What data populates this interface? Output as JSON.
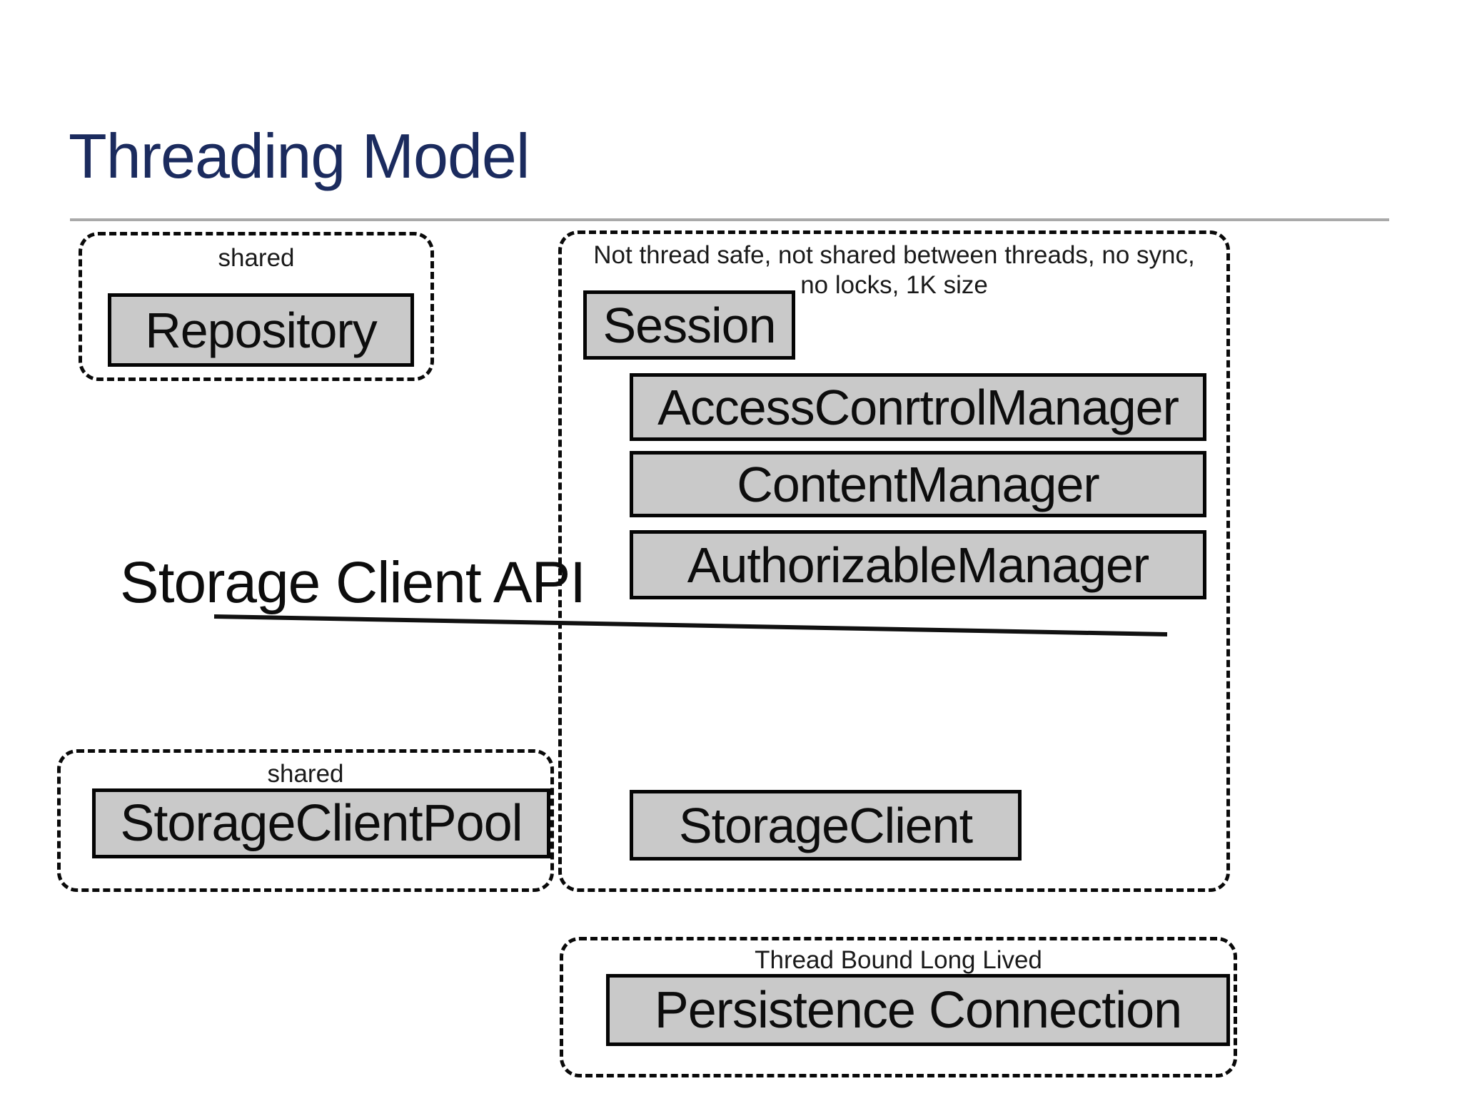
{
  "title": "Threading Model",
  "colors": {
    "title": "#1b2b5e",
    "divider": "#a9a9a9",
    "box_fill": "#c9c9c9",
    "box_border": "#050505",
    "dashed_border": "#0a0a0a",
    "line": "#111111"
  },
  "labels": {
    "storage_client_api": "Storage Client API"
  },
  "groups": {
    "shared_top": {
      "caption": "shared"
    },
    "session_group": {
      "caption_line1": "Not thread safe, not shared between threads, no sync,",
      "caption_line2": "no locks, 1K size"
    },
    "shared_bottom": {
      "caption": "shared"
    },
    "thread_bound": {
      "caption": "Thread Bound Long Lived"
    }
  },
  "boxes": {
    "repository": "Repository",
    "session": "Session",
    "access_control_manager": "AccessConrtrolManager",
    "content_manager": "ContentManager",
    "authorizable_manager": "AuthorizableManager",
    "storage_client": "StorageClient",
    "storage_client_pool": "StorageClientPool",
    "persistence_connection": "Persistence Connection"
  }
}
